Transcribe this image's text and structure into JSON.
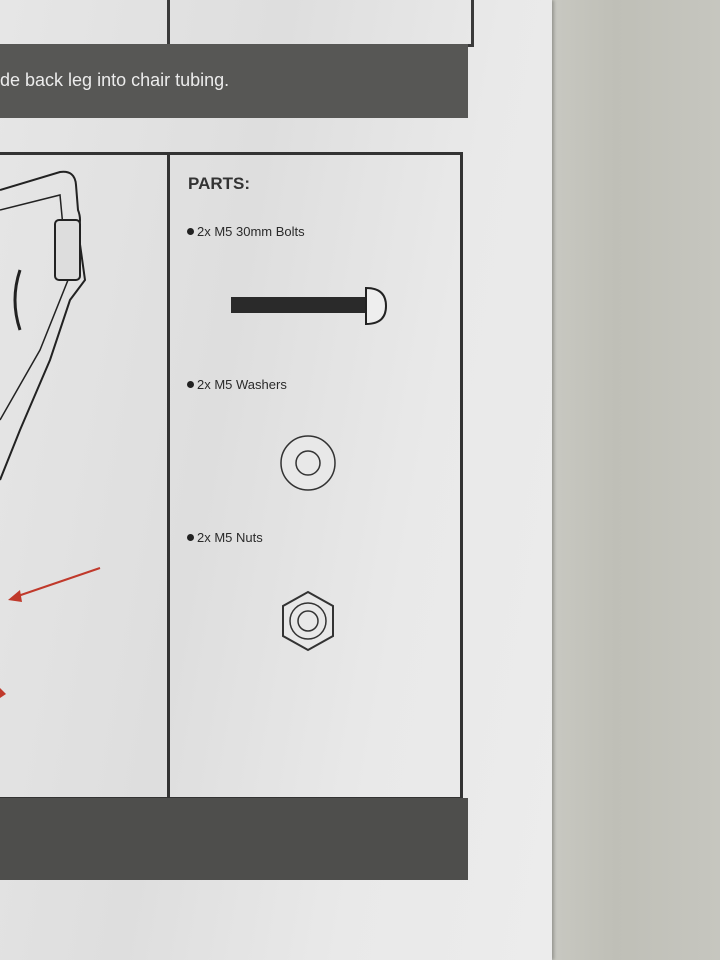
{
  "step_instruction": "de back leg into chair tubing.",
  "parts": {
    "title": "PARTS:",
    "items": [
      {
        "label": "2x M5 30mm Bolts",
        "icon": "bolt-icon"
      },
      {
        "label": "2x M5 Washers",
        "icon": "washer-icon"
      },
      {
        "label": "2x M5 Nuts",
        "icon": "nut-icon"
      }
    ]
  },
  "colors": {
    "band": "#575755",
    "arrow": "#c0392b"
  }
}
